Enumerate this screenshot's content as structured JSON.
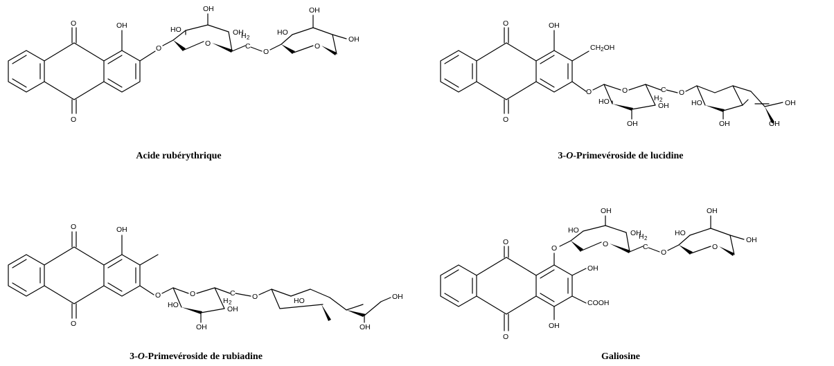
{
  "molecules": [
    {
      "name_pre": "",
      "name_em": "",
      "name_post": "Acide rubérythrique",
      "labels": {
        "oh1": "OH",
        "ether": "O",
        "link_o": "O",
        "ch2": "H",
        "ch2_sub": "2",
        "c": "C",
        "sugar_ring_o": "O",
        "sugar_oh": "OH",
        "sugar_ho": "HO"
      }
    },
    {
      "name_pre": "3-",
      "name_em": "O",
      "name_post": "-Primevéroside de lucidine",
      "labels": {
        "oh1": "OH",
        "ch2oh": "CH",
        "ch2oh_sub": "2",
        "ch2oh_tail": "OH",
        "ether": "O",
        "link_o": "O",
        "ch2": "H",
        "ch2_sub": "2",
        "c": "C",
        "sugar_ring_o": "O",
        "sugar_oh": "OH",
        "sugar_ho": "HO"
      }
    },
    {
      "name_pre": "3-",
      "name_em": "O",
      "name_post": "-Primevéroside de rubiadine",
      "labels": {
        "oh1": "OH",
        "ether": "O",
        "link_o": "O",
        "ch2": "H",
        "ch2_sub": "2",
        "c": "C",
        "sugar_ring_o": "O",
        "sugar_oh": "OH",
        "sugar_ho": "HO"
      }
    },
    {
      "name_pre": "",
      "name_em": "",
      "name_post": "Galiosine",
      "labels": {
        "oh_top": "OH",
        "oh_mid": "OH",
        "cooh": "COOH",
        "oh_bot": "OH",
        "ether": "O",
        "link_o": "O",
        "ch2": "H",
        "ch2_sub": "2",
        "c": "C",
        "sugar_ring_o": "O",
        "sugar_oh": "OH",
        "sugar_ho": "HO"
      }
    }
  ],
  "carbonyl_o": "O"
}
